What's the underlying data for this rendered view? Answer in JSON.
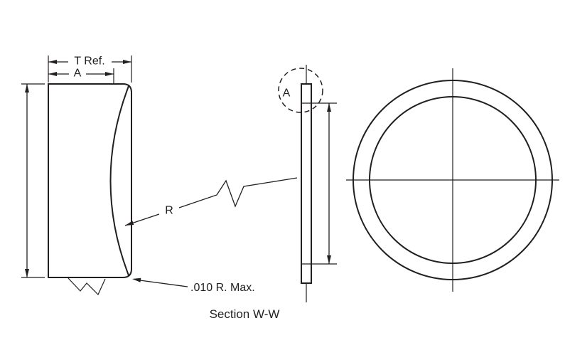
{
  "diagram": {
    "section_label": "Section W-W",
    "labels": {
      "thickness_ref": "T Ref.",
      "width_a": "A",
      "radius": "R",
      "corner_radius_note": ".010 R. Max.",
      "detail_callout": "A"
    },
    "colors": {
      "line": "#231f20",
      "background": "#ffffff"
    }
  }
}
